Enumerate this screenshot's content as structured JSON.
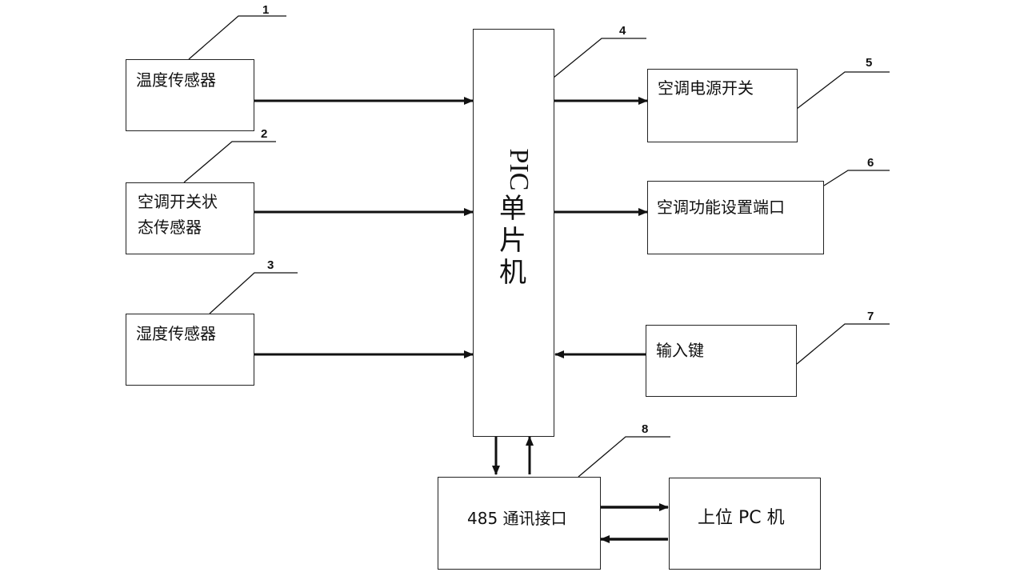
{
  "blocks": {
    "temp_sensor": "温度传感器",
    "ac_switch_state_line1": "空调开关状",
    "ac_switch_state_line2": "态传感器",
    "humidity_sensor": "湿度传感器",
    "mcu_pic": "PIC",
    "mcu_char1": "单",
    "mcu_char2": "片",
    "mcu_char3": "机",
    "ac_power_switch": "空调电源开关",
    "ac_function_port": "空调功能设置端口",
    "input_key": "输入键",
    "rs485_interface": "485 通讯接口",
    "host_pc": "上位 PC 机"
  },
  "callouts": {
    "n1": "1",
    "n2": "2",
    "n3": "3",
    "n4": "4",
    "n5": "5",
    "n6": "6",
    "n7": "7",
    "n8": "8"
  }
}
